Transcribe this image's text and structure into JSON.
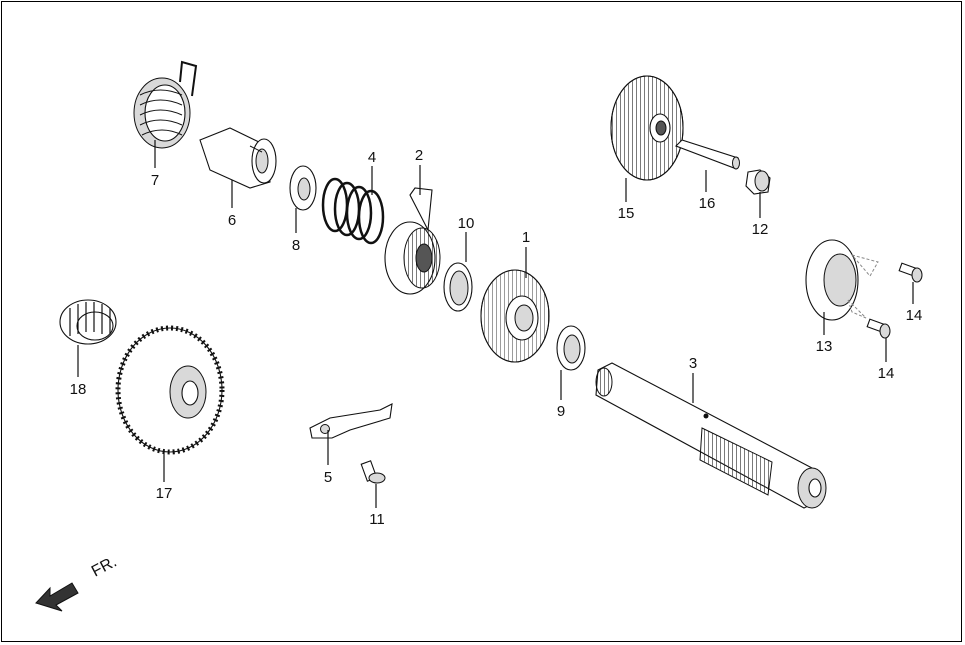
{
  "callouts": {
    "p1": "1",
    "p2": "2",
    "p3": "3",
    "p4": "4",
    "p5": "5",
    "p6": "6",
    "p7": "7",
    "p8": "8",
    "p9": "9",
    "p10": "10",
    "p11": "11",
    "p12": "12",
    "p13": "13",
    "p14a": "14",
    "p14b": "14",
    "p15": "15",
    "p16": "16",
    "p17": "17",
    "p18": "18"
  },
  "direction_label": "FR."
}
